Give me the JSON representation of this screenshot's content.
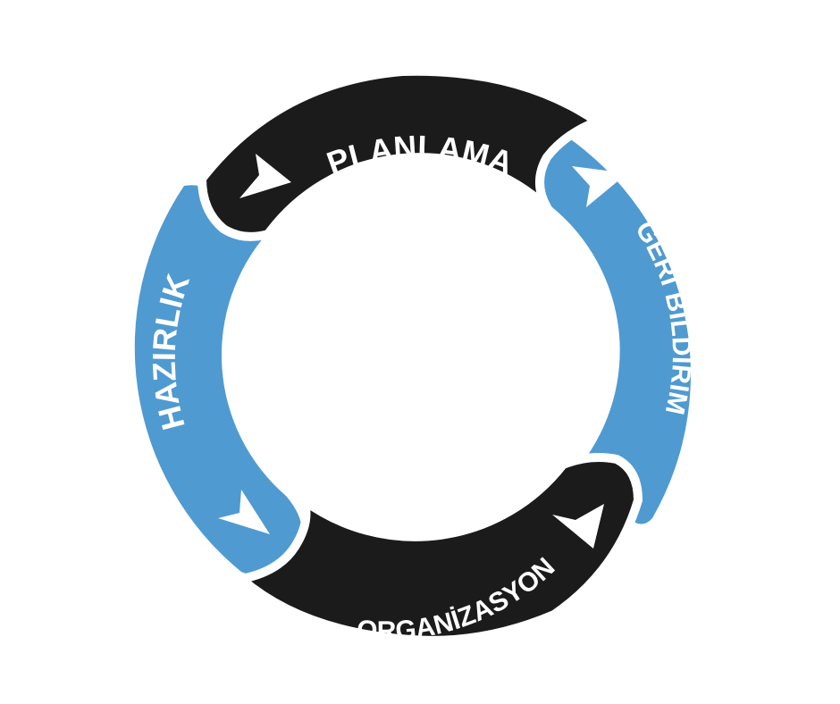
{
  "colors": {
    "dark": "#1b1b1b",
    "blue": "#4f9ad1",
    "arrow": "#ffffff",
    "background": "#ffffff"
  },
  "diagram": {
    "type": "cycle",
    "segments": [
      {
        "id": "planlama",
        "label": "PLANLAMA",
        "color": "dark",
        "arrow_icon": "triangle-arrow-icon"
      },
      {
        "id": "geri-bildirim",
        "label": "GERİ BİLDİRİM",
        "color": "blue",
        "arrow_icon": "triangle-arrow-icon"
      },
      {
        "id": "organizasyon",
        "label": "ORGANİZASYON",
        "color": "dark",
        "arrow_icon": "triangle-arrow-icon"
      },
      {
        "id": "hazirlik",
        "label": "HAZIRLIK",
        "color": "blue",
        "arrow_icon": "triangle-arrow-icon"
      }
    ]
  }
}
